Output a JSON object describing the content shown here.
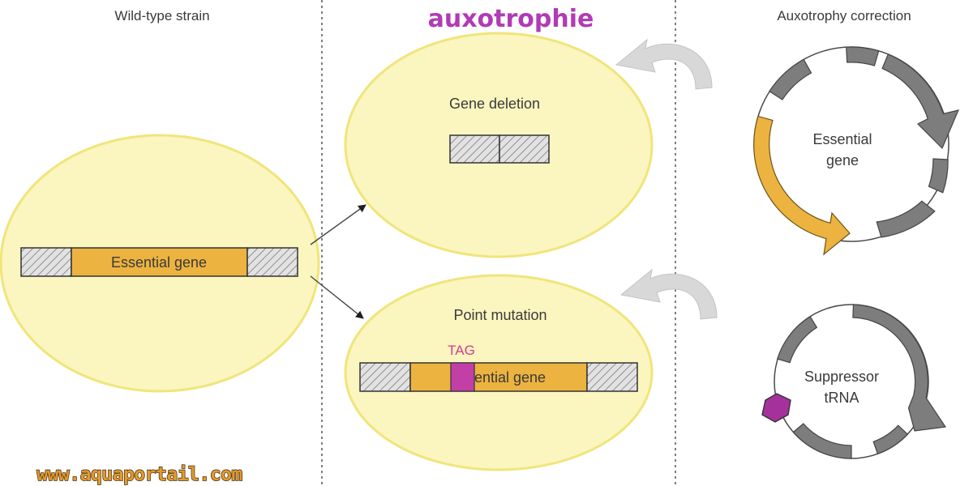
{
  "panels": {
    "wild_type": {
      "title": "Wild-type strain",
      "gene_label": "Essential gene"
    },
    "deletion": {
      "title": "Gene deletion"
    },
    "point_mutation": {
      "title": "Point mutation",
      "codon_label": "TAG",
      "gene_label": "Essential gene"
    },
    "correction": {
      "title": "Auxotrophy correction",
      "plasmid1_label_line1": "Essential",
      "plasmid1_label_line2": "gene",
      "plasmid2_label_line1": "Suppressor",
      "plasmid2_label_line2": "tRNA"
    }
  },
  "watermark": {
    "title": "auxotrophie",
    "url": "www.aquaportail.com"
  },
  "colors": {
    "cell_fill": "#fbf5c0",
    "cell_stroke": "#f0e57a",
    "gene": "#ecb340",
    "mutation": "#c23fa8",
    "tag_text": "#d63c8a",
    "plasmid_block": "#7d7d7d",
    "divider": "#555555"
  }
}
